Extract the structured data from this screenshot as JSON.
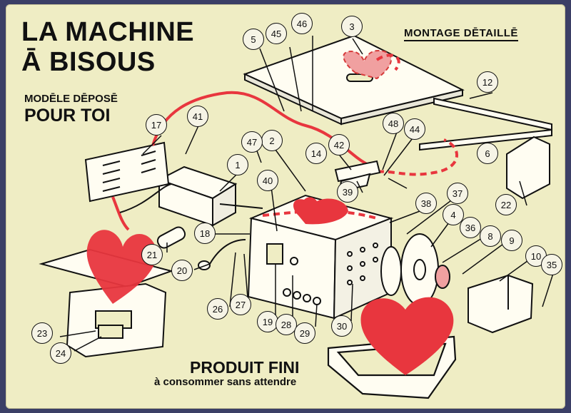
{
  "title_line1": "LA MACHINE",
  "title_line2": "Ā BISOUS",
  "subtitle_small": "MODĒLE DĒPOSĒ",
  "subtitle_big": "POUR TOI",
  "montage_label": "MONTAGE DĒTAILLĒ",
  "produit_label": "PRODUIT FINI",
  "consommer_label": "à consommer sans attendre",
  "colors": {
    "background": "#efedc4",
    "heart": "#e8363e",
    "heart_light": "#f0a0a0",
    "ink": "#111111"
  },
  "callouts": [
    "1",
    "2",
    "3",
    "4",
    "5",
    "6",
    "8",
    "9",
    "10",
    "12",
    "14",
    "17",
    "18",
    "19",
    "20",
    "21",
    "22",
    "23",
    "24",
    "26",
    "27",
    "28",
    "29",
    "30",
    "35",
    "36",
    "37",
    "38",
    "39",
    "40",
    "41",
    "42",
    "44",
    "45",
    "46",
    "47",
    "48"
  ]
}
